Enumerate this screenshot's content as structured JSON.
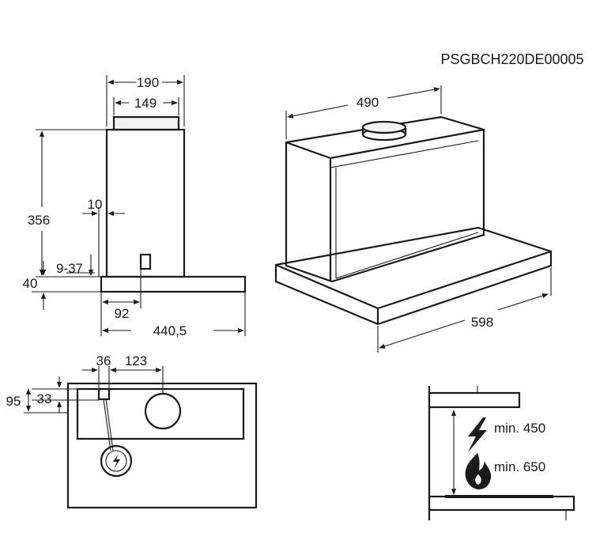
{
  "document_code": "PSGBCH220DE00005",
  "side_view": {
    "width_190": "190",
    "width_149": "149",
    "height_356": "356",
    "offset_10": "10",
    "range_9_37": "9-37",
    "height_40": "40",
    "depth_92": "92",
    "depth_440_5": "440,5"
  },
  "iso_view": {
    "width_490": "490",
    "width_598": "598"
  },
  "top_view": {
    "offset_36": "36",
    "offset_123": "123",
    "height_95": "95",
    "height_33": "33"
  },
  "clearance": {
    "electric_min": "min. 450",
    "gas_min": "min. 650"
  },
  "icons": [
    "electric-socket-icon",
    "lightning-icon",
    "flame-icon"
  ]
}
